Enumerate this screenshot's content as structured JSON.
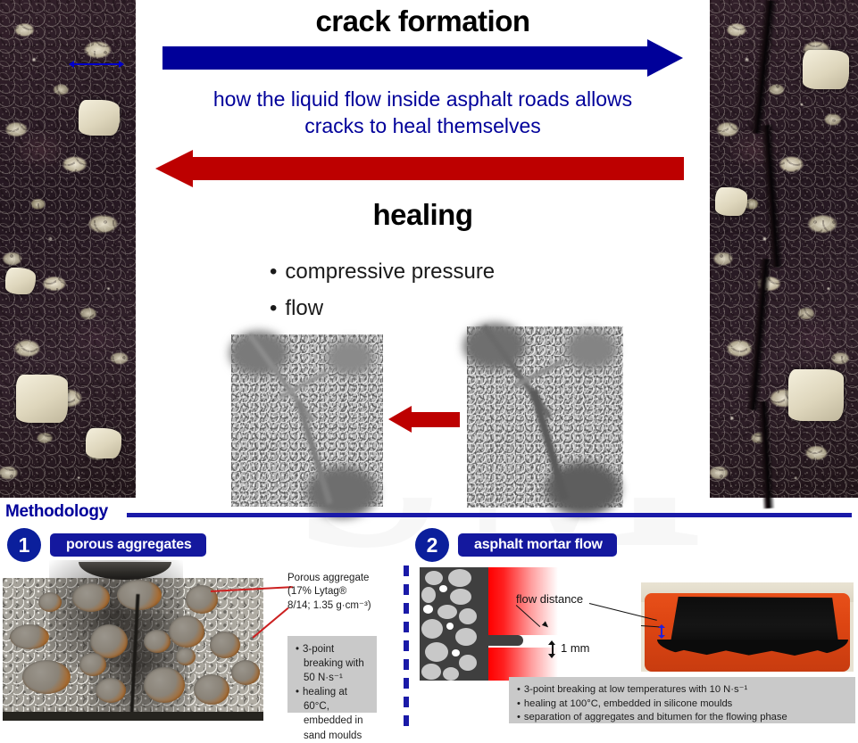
{
  "header": {
    "crack_formation_title": "crack formation",
    "subtitle_line1": "how the liquid flow inside asphalt roads allows",
    "subtitle_line2": "cracks to heal themselves",
    "healing_title": "healing",
    "healing_bullets": [
      "compressive pressure",
      "flow"
    ],
    "colors": {
      "crack_arrow": "#000099",
      "healing_arrow": "#bd0000",
      "subtitle_text": "#00009a"
    }
  },
  "ct_images": {
    "after_label": "healed-crack-ct-scan",
    "before_label": "open-crack-ct-scan",
    "arrow_direction": "left"
  },
  "methodology": {
    "section_label": "Methodology",
    "steps": [
      {
        "number": "1",
        "title": "porous aggregates",
        "caption_lines": [
          "Porous   aggregate",
          "(17%            Lytag®",
          "8/14; 1.35 g·cm⁻³)"
        ],
        "caption_plain": "Porous aggregate (17% Lytag® 8/14; 1.35 g·cm-3)",
        "bullets": [
          "3-point breaking with 50 N·s⁻¹",
          "healing at 60°C, embedded in sand moulds"
        ]
      },
      {
        "number": "2",
        "title": "asphalt mortar flow",
        "schematic_labels": {
          "flow_distance": "flow distance",
          "gap": "1 mm"
        },
        "bullets": [
          "3-point breaking at low temperatures with 10 N·s⁻¹",
          "healing at 100°C, embedded in silicone moulds",
          "separation of aggregates and bitumen for the flowing phase"
        ]
      }
    ],
    "colors": {
      "rule": "#1a1aa8",
      "badge": "#0b1f9c",
      "pill": "#14189e",
      "divider": "#1a1aa8"
    }
  },
  "images": {
    "left_strip": "asphalt-surface-photo",
    "right_strip": "asphalt-crack-photo",
    "specimen": "porous-aggregate-specimen-photo",
    "mortar": "asphalt-mortar-silicone-mould-photo"
  }
}
